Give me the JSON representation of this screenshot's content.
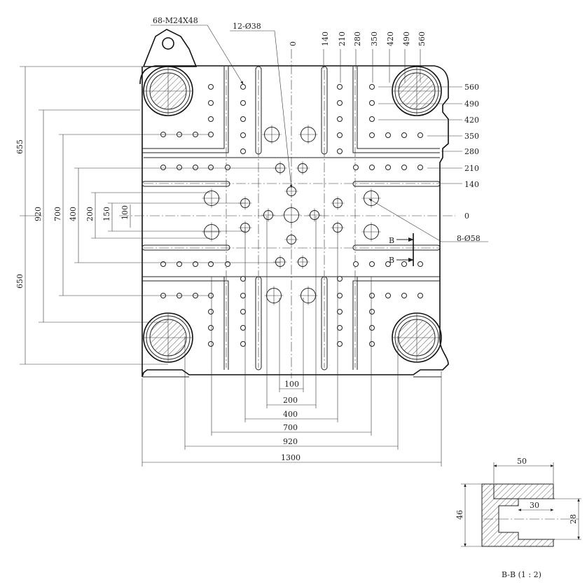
{
  "labels": {
    "tapped_holes": "68-M24X48",
    "small_holes": "12-Ø38",
    "large_holes": "8-Ø58",
    "section_mark_1": "B",
    "section_mark_2": "B",
    "section_caption": "B-B (1 : 2)"
  },
  "top_ruler": [
    "0",
    "140",
    "210",
    "280",
    "350",
    "420",
    "490",
    "560"
  ],
  "right_ruler": [
    "560",
    "490",
    "420",
    "350",
    "280",
    "210",
    "140",
    "0"
  ],
  "left_dims": [
    "655",
    "650",
    "920",
    "700",
    "400",
    "200",
    "150",
    "100"
  ],
  "bottom_dims": [
    "100",
    "200",
    "400",
    "700",
    "920",
    "1300"
  ],
  "section_dims": [
    "50",
    "30",
    "46",
    "28"
  ]
}
